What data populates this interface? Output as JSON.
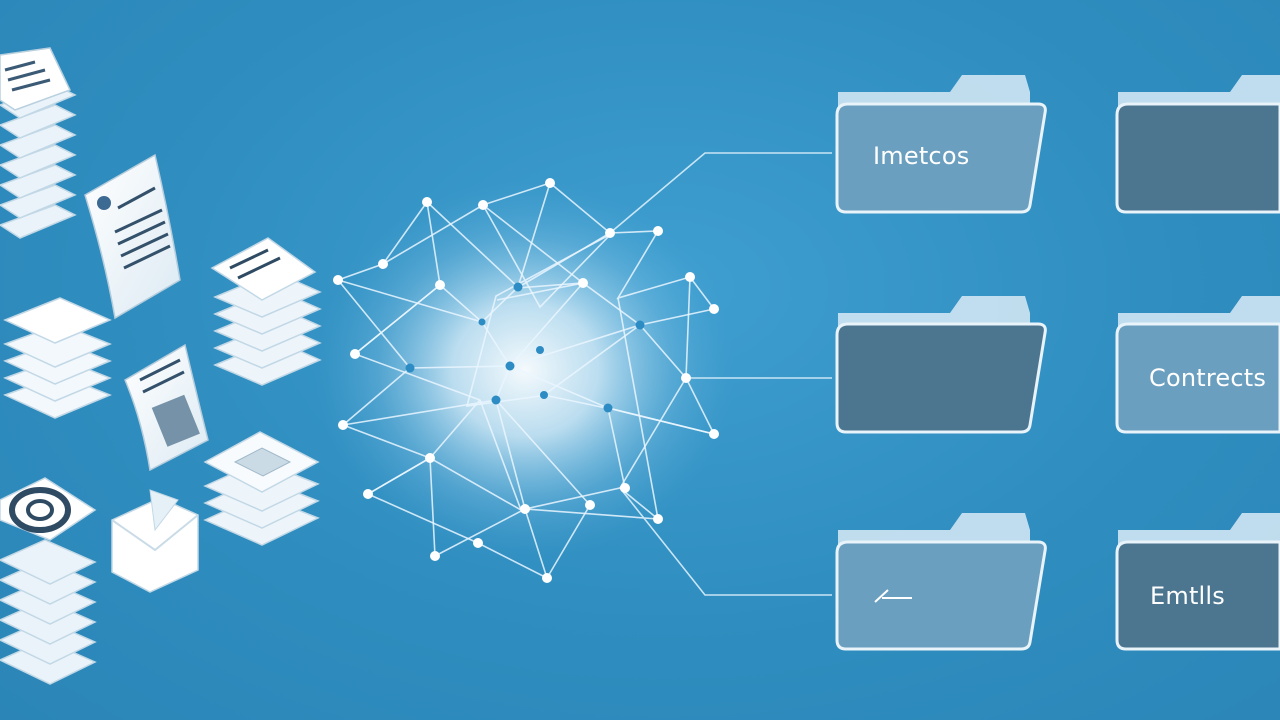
{
  "folders": [
    {
      "label": "Imetcos",
      "tone": "light"
    },
    {
      "label": "",
      "tone": "dark"
    },
    {
      "label": "",
      "tone": "dark"
    },
    {
      "label": "Contrects",
      "tone": "light"
    },
    {
      "label": "",
      "tone": "light",
      "icon": "pen-icon"
    },
    {
      "label": "Emtlls",
      "tone": "dark"
    }
  ],
  "colors": {
    "background": "#2f8dbf",
    "folder_light": "#6b9fbf",
    "folder_dark": "#4c7690",
    "folder_tab": "#cfe6f3",
    "network_glow": "#ffffff"
  }
}
